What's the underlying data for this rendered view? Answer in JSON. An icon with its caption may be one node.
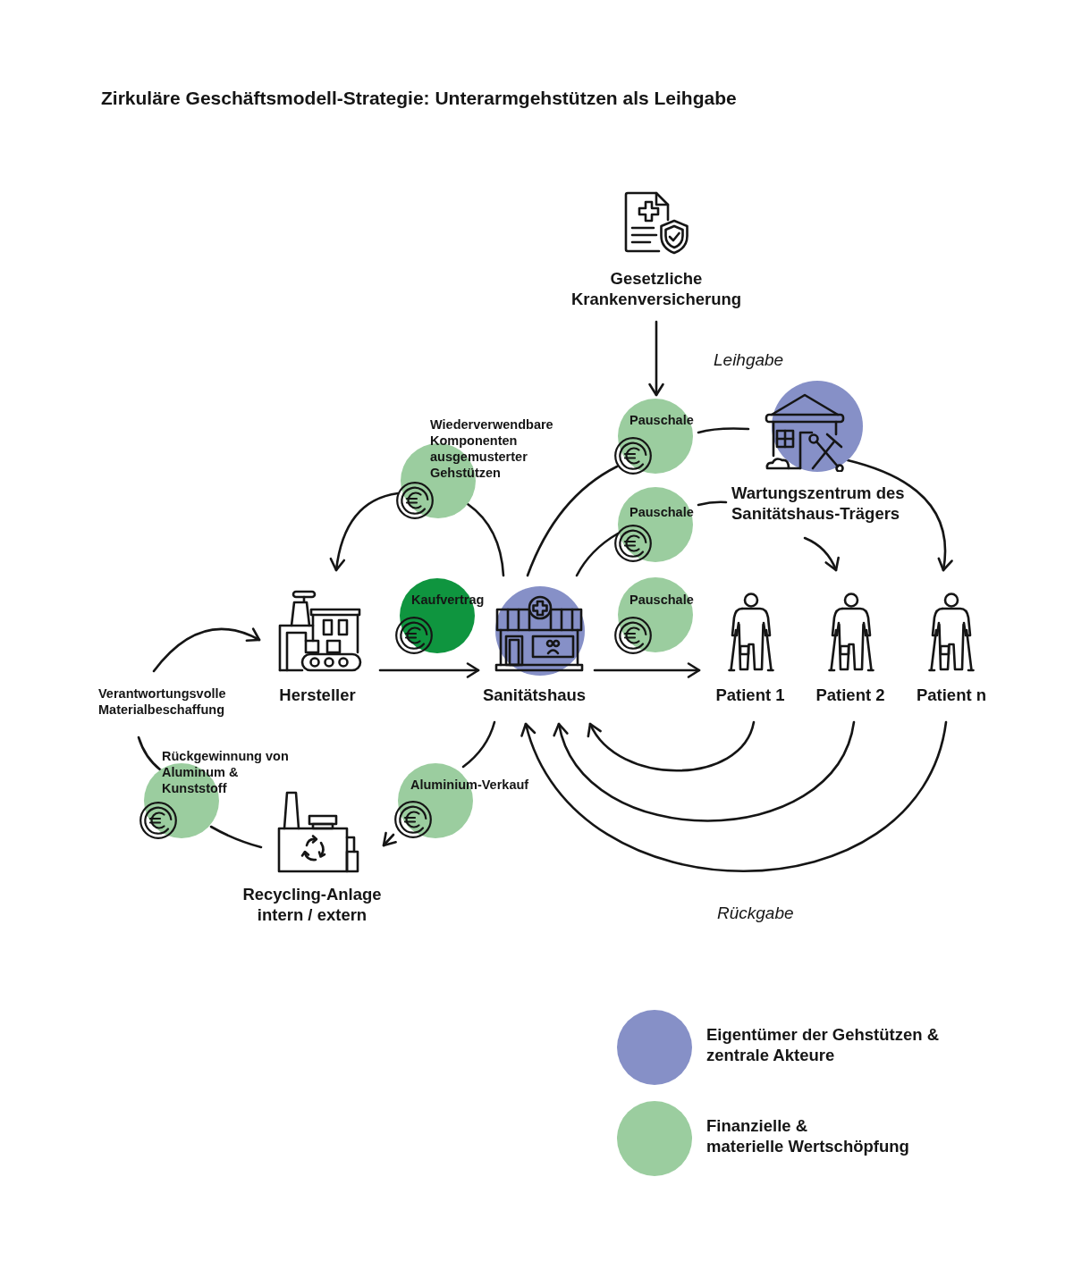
{
  "diagram": {
    "title": "Zirkuläre Geschäftsmodell-Strategie: Unterarmgehstützen als Leihgabe",
    "nodes": [
      {
        "text": [
          "Gesetzliche Krankenversicherung"
        ]
      },
      {
        "text": [
          "Pauschale"
        ]
      },
      {
        "text": [
          "Wartungszentrum des Sanitätshaus-Trägers"
        ]
      },
      {
        "text": [
          "Wiederverwendbare Komponenten ausgemusterter Gehstützen"
        ]
      },
      {
        "text": [
          "Pauschale"
        ]
      },
      {
        "text": [
          "Hersteller"
        ]
      },
      {
        "text": [
          "Kaufvertrag"
        ]
      },
      {
        "text": [
          "Sanitätshaus"
        ]
      },
      {
        "text": [
          "Pauschale"
        ]
      },
      {
        "text": [
          "Patient 1"
        ]
      },
      {
        "text": [
          "Patient 2"
        ]
      },
      {
        "text": [
          "Patient n"
        ]
      },
      {
        "text": [
          "Verantwortungsvolle Materialbeschaffung"
        ]
      },
      {
        "text": [
          "Rückgewinnung von Aluminum & Kunststoff"
        ]
      },
      {
        "text": [
          "Aluminium-Verkauf"
        ]
      },
      {
        "text": [
          "Recycling-Anlage intern / extern"
        ]
      }
    ],
    "edges": [
      {
        "from": 0,
        "to": 1,
        "arrow": "to"
      },
      {
        "from": 7,
        "to": 1,
        "arrow": "none"
      },
      {
        "from": 1,
        "to": 2,
        "arrow": "none"
      },
      {
        "from": 7,
        "to": 4,
        "arrow": "none"
      },
      {
        "from": 4,
        "to": 2,
        "arrow": "none"
      },
      {
        "from": 2,
        "to": 10,
        "arrow": "to"
      },
      {
        "from": 2,
        "to": 11,
        "arrow": "to"
      },
      {
        "from": 3,
        "to": 5,
        "arrow": "to"
      },
      {
        "from": 7,
        "to": 3,
        "arrow": "none"
      },
      {
        "from": 5,
        "to": 7,
        "arrow": "to"
      },
      {
        "from": 7,
        "to": 9,
        "arrow": "to"
      },
      {
        "from": 9,
        "to": 7,
        "arrow": "to"
      },
      {
        "from": 10,
        "to": 7,
        "arrow": "to"
      },
      {
        "from": 11,
        "to": 7,
        "arrow": "to"
      },
      {
        "from": 13,
        "to": 12,
        "arrow": "none"
      },
      {
        "from": 15,
        "to": 13,
        "arrow": "none"
      },
      {
        "from": 12,
        "to": 5,
        "arrow": "to"
      },
      {
        "from": 7,
        "to": 14,
        "arrow": "none"
      },
      {
        "from": 14,
        "to": 15,
        "arrow": "to"
      }
    ],
    "labels": [
      "Leihgabe",
      "Rückgabe"
    ],
    "legend": [
      {
        "text": "Eigentümer der Gehstützen & zentrale Akteure",
        "color": "#8690c7"
      },
      {
        "text": "Finanzielle & materielle Wertschöpfung",
        "color": "#9bcd9f"
      }
    ]
  }
}
